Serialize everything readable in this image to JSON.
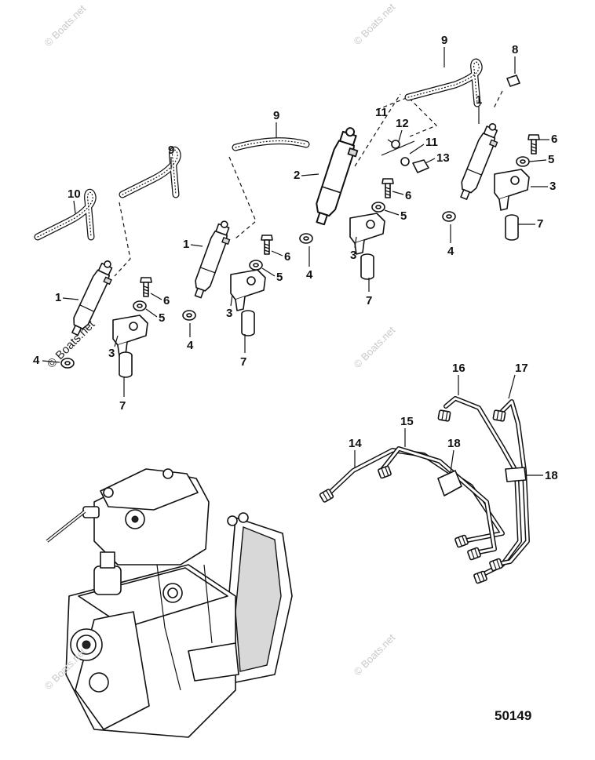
{
  "diagram": {
    "reference_number": "50149",
    "watermark": "© Boats.net",
    "callouts": {
      "c1": "1",
      "c2": "2",
      "c3": "3",
      "c4": "4",
      "c5": "5",
      "c6": "6",
      "c7": "7",
      "c8": "8",
      "c9": "9",
      "c10": "10",
      "c11": "11",
      "c12": "12",
      "c13": "13",
      "c14": "14",
      "c15": "15",
      "c16": "16",
      "c17": "17",
      "c18": "18"
    }
  }
}
